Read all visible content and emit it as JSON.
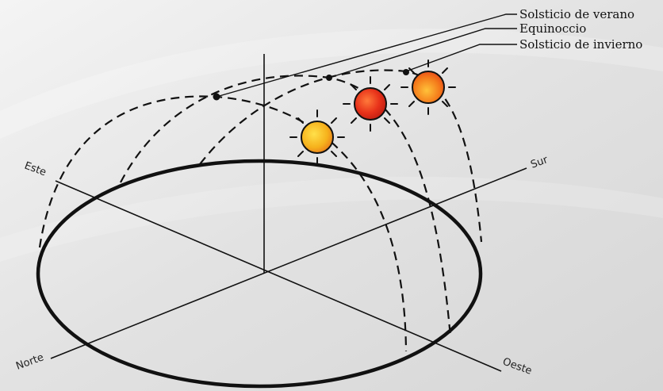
{
  "legend": {
    "summer_solstice": "Solsticio de verano",
    "equinox": "Equinoccio",
    "winter_solstice": "Solsticio de invierno"
  },
  "directions": {
    "east": "Este",
    "south": "Sur",
    "north": "Norte",
    "west": "Oeste"
  },
  "colors": {
    "background": "#e9e9e9",
    "sun_yellow": "#f7c21a",
    "sun_red": "#e8321a",
    "sun_orange": "#f36f15",
    "line": "#111111"
  },
  "icons": {
    "sun": "sun-icon"
  }
}
